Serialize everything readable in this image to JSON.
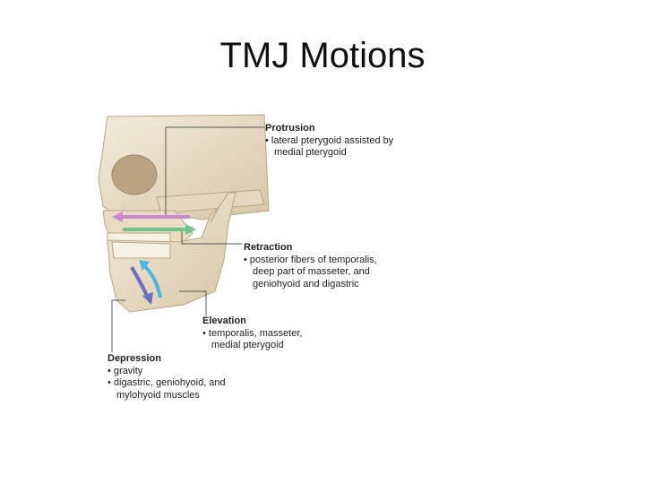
{
  "title": "TMJ Motions",
  "motions": {
    "protrusion": {
      "name": "Protrusion",
      "bullets": [
        "• lateral pterygoid assisted by medial pterygoid"
      ]
    },
    "retraction": {
      "name": "Retraction",
      "bullets": [
        "• posterior fibers of temporalis, deep part of masseter, and geniohyoid and digastric"
      ]
    },
    "elevation": {
      "name": "Elevation",
      "bullets": [
        "• temporalis, masseter, medial pterygoid"
      ]
    },
    "depression": {
      "name": "Depression",
      "bullets": [
        "• gravity",
        "• digastric, geniohyoid, and mylohyoid muscles"
      ]
    }
  },
  "colors": {
    "protrusion_arrow": "#c58ad0",
    "retraction_arrow": "#6fc28b",
    "elevation_arrow": "#4bb6e0",
    "depression_arrow": "#6a6fc0",
    "bone": "#eee3cf",
    "bone_shadow": "#c9b797"
  }
}
